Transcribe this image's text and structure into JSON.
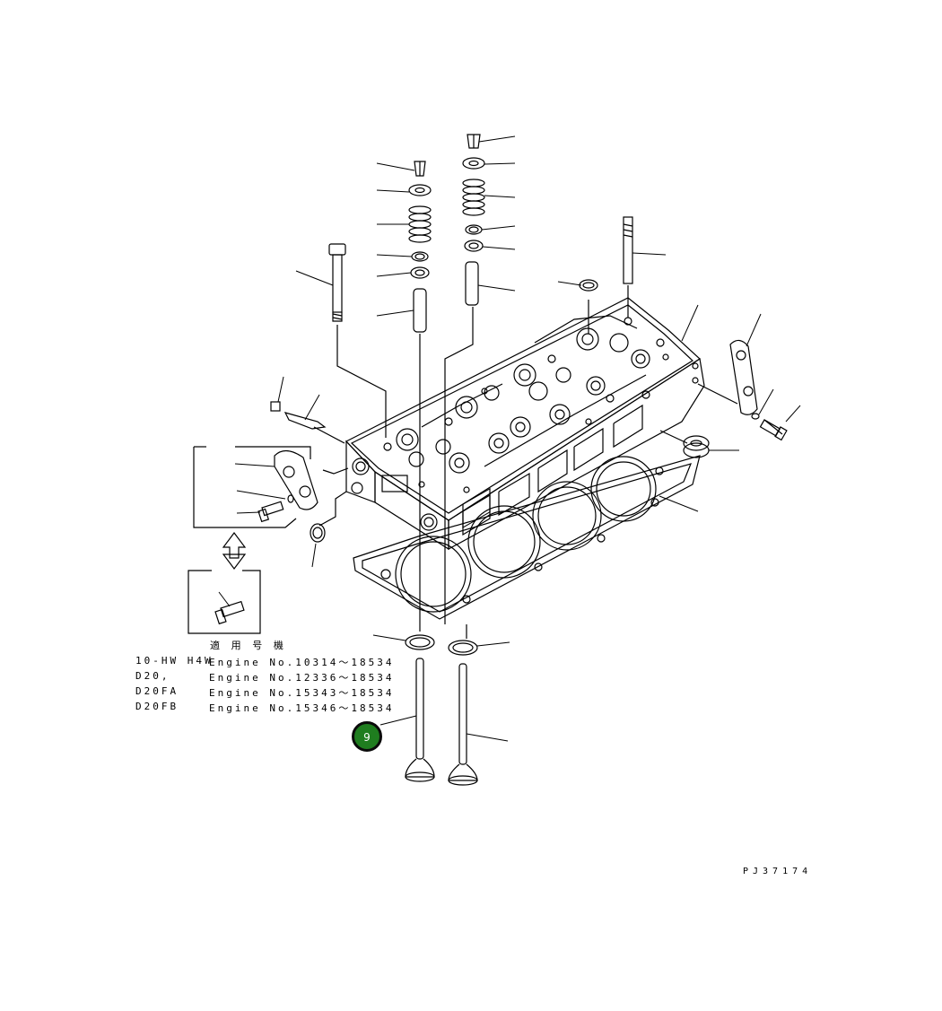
{
  "applicability": {
    "heading": "適 用 号 機",
    "rows": [
      {
        "model": "10-HW H4W",
        "serial": "Engine No.10314～18534"
      },
      {
        "model": "D20,",
        "serial": "Engine No.12336～18534"
      },
      {
        "model": "D20FA",
        "serial": "Engine No.15343～18534"
      },
      {
        "model": "D20FB",
        "serial": "Engine No.15346～18534"
      }
    ]
  },
  "callout": {
    "label": "9",
    "color": "#1f7d1f"
  },
  "drawing_code": "PJ37174"
}
